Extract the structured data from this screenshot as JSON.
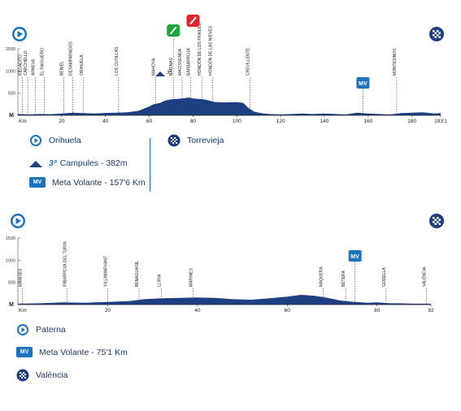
{
  "colors": {
    "profile": "#1e3f82",
    "accent": "#1e73be",
    "ink": "#1a3a6b",
    "green": "#1aa63a",
    "red": "#e3262d"
  },
  "chart_data": [
    {
      "type": "area",
      "stage": 1,
      "ylabel": "M",
      "xlabel_prefix": "Km",
      "yticks": [
        500,
        1000,
        1500
      ],
      "xticks": [
        20,
        40,
        60,
        80,
        100,
        120,
        140,
        160,
        180
      ],
      "xmax_label": "193'1",
      "xlim": [
        0,
        193.1
      ],
      "ylim": [
        0,
        1500
      ],
      "profile_x": [
        0,
        5,
        10,
        15,
        20,
        25,
        30,
        35,
        40,
        45,
        50,
        55,
        60,
        62,
        65,
        67,
        70,
        73,
        75,
        78,
        80,
        85,
        90,
        95,
        100,
        103,
        105,
        108,
        112,
        115,
        120,
        125,
        130,
        135,
        140,
        145,
        150,
        155,
        160,
        165,
        170,
        175,
        180,
        185,
        190,
        193.1
      ],
      "profile_y": [
        30,
        20,
        30,
        25,
        40,
        60,
        50,
        40,
        55,
        60,
        70,
        100,
        200,
        250,
        280,
        330,
        360,
        370,
        380,
        400,
        380,
        360,
        300,
        290,
        300,
        280,
        180,
        80,
        40,
        30,
        20,
        30,
        40,
        30,
        40,
        30,
        20,
        60,
        40,
        30,
        20,
        50,
        60,
        70,
        40,
        50
      ],
      "towns": [
        {
          "label": "REGADITO",
          "x": 2
        },
        {
          "label": "CARCHELLO",
          "x": 4.5
        },
        {
          "label": "ARNEVA",
          "x": 8
        },
        {
          "label": "EL RAIGUERO",
          "x": 12
        },
        {
          "label": "BENIEL",
          "x": 21
        },
        {
          "label": "DESAMPARADOS",
          "x": 25
        },
        {
          "label": "ORIHUELA",
          "x": 30
        },
        {
          "label": "LOS CUTILLAS",
          "x": 46
        },
        {
          "label": "MAHOYA",
          "x": 63
        },
        {
          "label": "BARINAS",
          "x": 71
        },
        {
          "label": "MACISVENDA",
          "x": 75
        },
        {
          "label": "BARBARROJA",
          "x": 79
        },
        {
          "label": "HONDÓN DE LOS FRAILES",
          "x": 84
        },
        {
          "label": "HONDÓN DE LAS NIEVES",
          "x": 89
        },
        {
          "label": "CREVILLENTE",
          "x": 106
        },
        {
          "label": "MONTESINOS",
          "x": 173
        }
      ],
      "climb": {
        "label": "3ª",
        "x": 65
      },
      "mv": {
        "label": "MV",
        "x": 157.6
      }
    },
    {
      "type": "area",
      "stage": 2,
      "ylabel": "M",
      "xlabel_prefix": "Km",
      "yticks": [
        500,
        1000,
        1500
      ],
      "xticks": [
        20,
        40,
        60,
        80
      ],
      "xmax_label": "92",
      "xlim": [
        0,
        92
      ],
      "ylim": [
        0,
        1500
      ],
      "profile_x": [
        0,
        5,
        10,
        15,
        20,
        25,
        28,
        32,
        36,
        40,
        44,
        48,
        52,
        56,
        60,
        63,
        66,
        68,
        70,
        72,
        75,
        78,
        80,
        83,
        85,
        88,
        92
      ],
      "profile_y": [
        20,
        30,
        50,
        40,
        60,
        80,
        120,
        140,
        150,
        160,
        150,
        120,
        110,
        140,
        180,
        220,
        200,
        170,
        130,
        90,
        60,
        40,
        50,
        30,
        30,
        20,
        20
      ],
      "towns": [
        {
          "label": "MANISES",
          "x": 1
        },
        {
          "label": "RIBARROJA DEL TURIA",
          "x": 11
        },
        {
          "label": "VILLAMARXANT",
          "x": 20
        },
        {
          "label": "BENAGUASIL",
          "x": 27
        },
        {
          "label": "LLÍRIA",
          "x": 32
        },
        {
          "label": "MARINES",
          "x": 39
        },
        {
          "label": "NÁQUERA",
          "x": 68
        },
        {
          "label": "BÉTERA",
          "x": 73
        },
        {
          "label": "GODELLA",
          "x": 82
        },
        {
          "label": "VALÈNCIA",
          "x": 91
        }
      ],
      "mv": {
        "label": "MV",
        "x": 75.1
      }
    }
  ],
  "legend1": {
    "start": "Orihuela",
    "climb": "Campules - 382m",
    "climb_cat": "3ª",
    "mv_badge": "MV",
    "mv": "Meta Volante - 157'6 Km",
    "finish": "Torrevieja"
  },
  "legend2": {
    "start": "Paterna",
    "mv_badge": "MV",
    "mv": "Meta Volante - 75'1 Km",
    "finish": "València"
  }
}
